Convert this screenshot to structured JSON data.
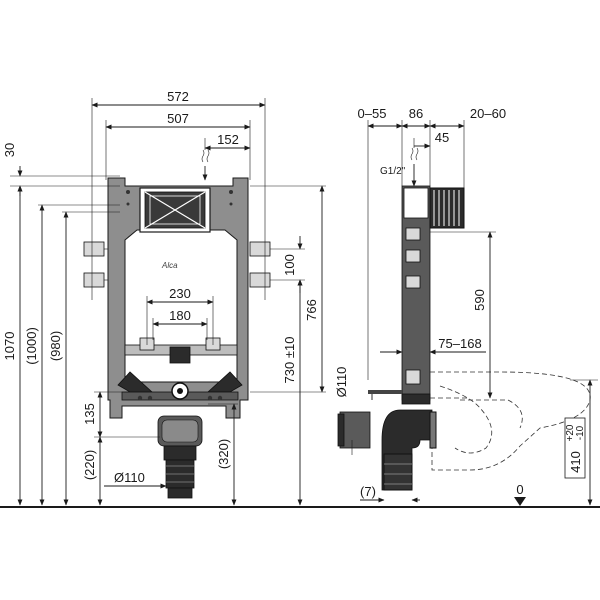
{
  "front_view": {
    "brand": "Alca",
    "dims": {
      "width_total": "572",
      "width_frame": "507",
      "plate_offset": "152",
      "top_30": "30",
      "height_1070": "1070",
      "height_1000": "(1000)",
      "height_980": "(980)",
      "h_135": "135",
      "h_220": "(220)",
      "pipe_110": "Ø110",
      "bolt_230": "230",
      "bolt_180": "180",
      "h_100": "100",
      "h_766": "766",
      "h_730": "730 ±10",
      "h_320": "(320)"
    }
  },
  "side_view": {
    "dims": {
      "depth_0_55": "0–55",
      "depth_86": "86",
      "depth_20_60": "20–60",
      "depth_45": "45",
      "water_inlet": "G1/2\"",
      "h_590": "590",
      "range_75_168": "75–168",
      "pipe_110": "Ø110",
      "offset_7": "(7)",
      "floor_zero": "0",
      "h_410": "410",
      "tol_plus": "+20",
      "tol_minus": "-10"
    }
  }
}
